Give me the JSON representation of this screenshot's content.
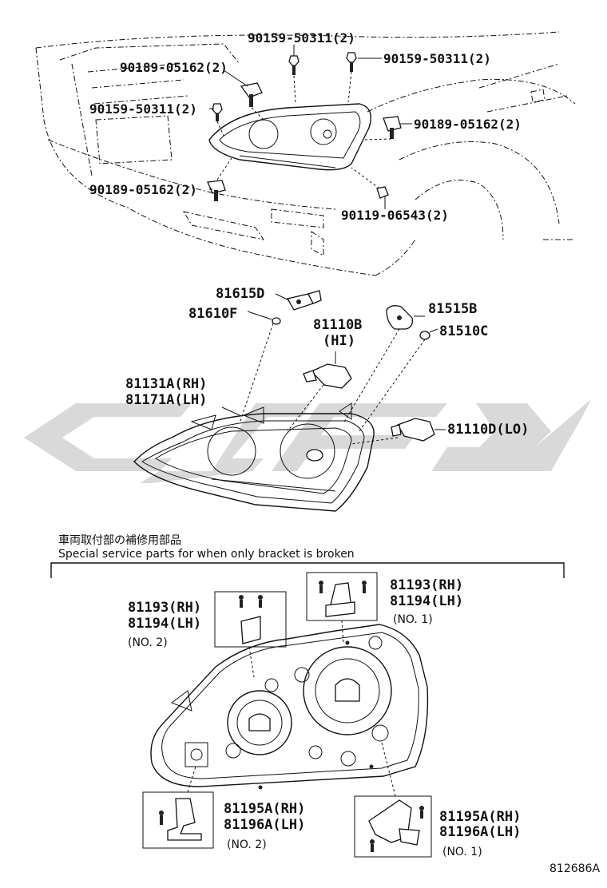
{
  "watermark": {
    "text": "",
    "color": "#d9d9d9"
  },
  "vehicle_view": {
    "callouts": [
      {
        "key": "a",
        "text": "90159-50311(2)"
      },
      {
        "key": "b",
        "text": "90159-50311(2)"
      },
      {
        "key": "c",
        "text": "90189-05162(2)"
      },
      {
        "key": "d",
        "text": "90159-50311(2)"
      },
      {
        "key": "e",
        "text": "90189-05162(2)"
      },
      {
        "key": "f",
        "text": "90189-05162(2)"
      },
      {
        "key": "g",
        "text": "90119-06543(2)"
      }
    ]
  },
  "headlamp_view": {
    "callouts": {
      "socket_81615": "81615D",
      "gasket_81610": "81610F",
      "socket_81515": "81515B",
      "gasket_81510": "81510C",
      "bulb_hi": "81110B",
      "bulb_hi_note": "(HI)",
      "unit_rh": "81131A(RH)",
      "unit_lh": "81171A(LH)",
      "bulb_lo": "81110D(LO)"
    }
  },
  "service_section": {
    "title_jp": "車両取付部の補修用部品",
    "title_en": "Special service parts for when only bracket is broken",
    "brackets": [
      {
        "rh": "81193(RH)",
        "lh": "81194(LH)",
        "no": "(NO. 1)"
      },
      {
        "rh": "81193(RH)",
        "lh": "81194(LH)",
        "no": "(NO. 2)"
      },
      {
        "rh": "81195A(RH)",
        "lh": "81196A(LH)",
        "no": "(NO. 2)"
      },
      {
        "rh": "81195A(RH)",
        "lh": "81196A(LH)",
        "no": "(NO. 1)"
      }
    ]
  },
  "figure_id": "812686A"
}
